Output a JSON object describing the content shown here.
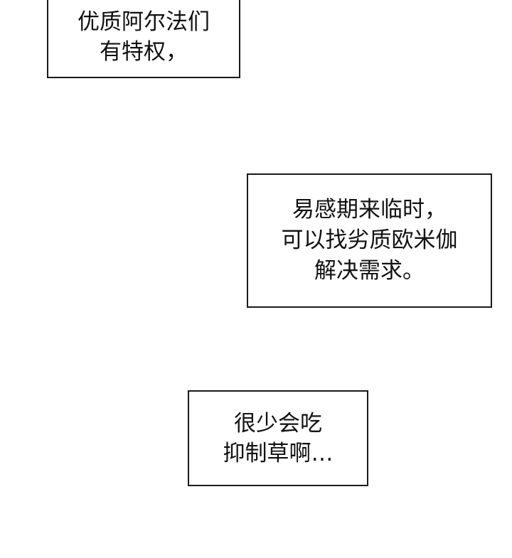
{
  "captions": [
    {
      "lines": [
        "优质阿尔法们",
        "有特权，"
      ]
    },
    {
      "lines": [
        "易感期来临时，",
        "可以找劣质欧米伽",
        "解决需求。"
      ]
    },
    {
      "lines": [
        "很少会吃",
        "抑制草啊…"
      ]
    }
  ],
  "colors": {
    "background": "#ffffff",
    "border": "#1a1a1a",
    "text": "#111111"
  }
}
